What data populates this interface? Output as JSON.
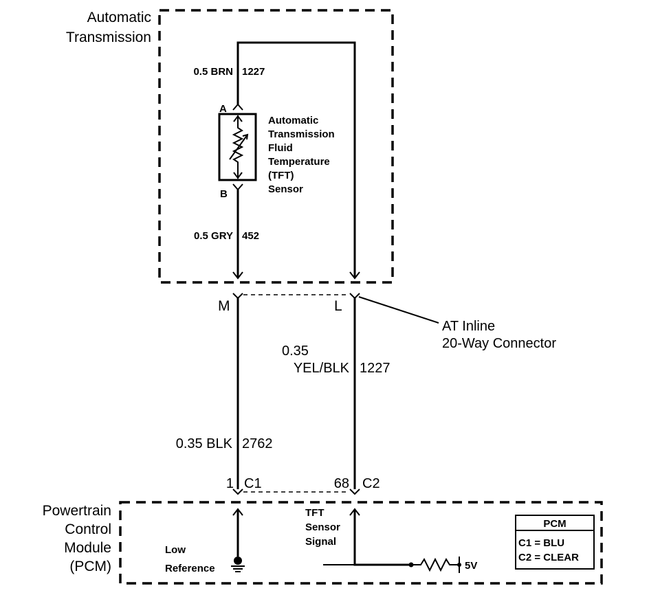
{
  "at_box": {
    "title_line1": "Automatic",
    "title_line2": "Transmission"
  },
  "top_wire": {
    "gauge_color": "0.5 BRN",
    "circuit": "1227"
  },
  "sensor": {
    "pin_a": "A",
    "pin_b": "B",
    "label_line1": "Automatic",
    "label_line2": "Transmission",
    "label_line3": "Fluid",
    "label_line4": "Temperature",
    "label_line5": "(TFT)",
    "label_line6": "Sensor"
  },
  "mid_wire": {
    "gauge_color": "0.5 GRY",
    "circuit": "452"
  },
  "connector": {
    "pin_m": "M",
    "pin_l": "L",
    "label_line1": "AT Inline",
    "label_line2": "20-Way Connector"
  },
  "right_wire": {
    "gauge": "0.35",
    "color": "YEL/BLK",
    "circuit": "1227"
  },
  "left_wire": {
    "gauge_color": "0.35 BLK",
    "circuit": "2762"
  },
  "pcm_pins": {
    "left_pin": "1",
    "left_conn": "C1",
    "right_pin": "68",
    "right_conn": "C2"
  },
  "pcm": {
    "title_line1": "Powertrain",
    "title_line2": "Control",
    "title_line3": "Module",
    "title_line4": "(PCM)",
    "low_ref_line1": "Low",
    "low_ref_line2": "Reference",
    "signal_line1": "TFT",
    "signal_line2": "Sensor",
    "signal_line3": "Signal",
    "voltage": "5V"
  },
  "legend": {
    "title": "PCM",
    "c1": "C1 = BLU",
    "c2": "C2 = CLEAR"
  }
}
